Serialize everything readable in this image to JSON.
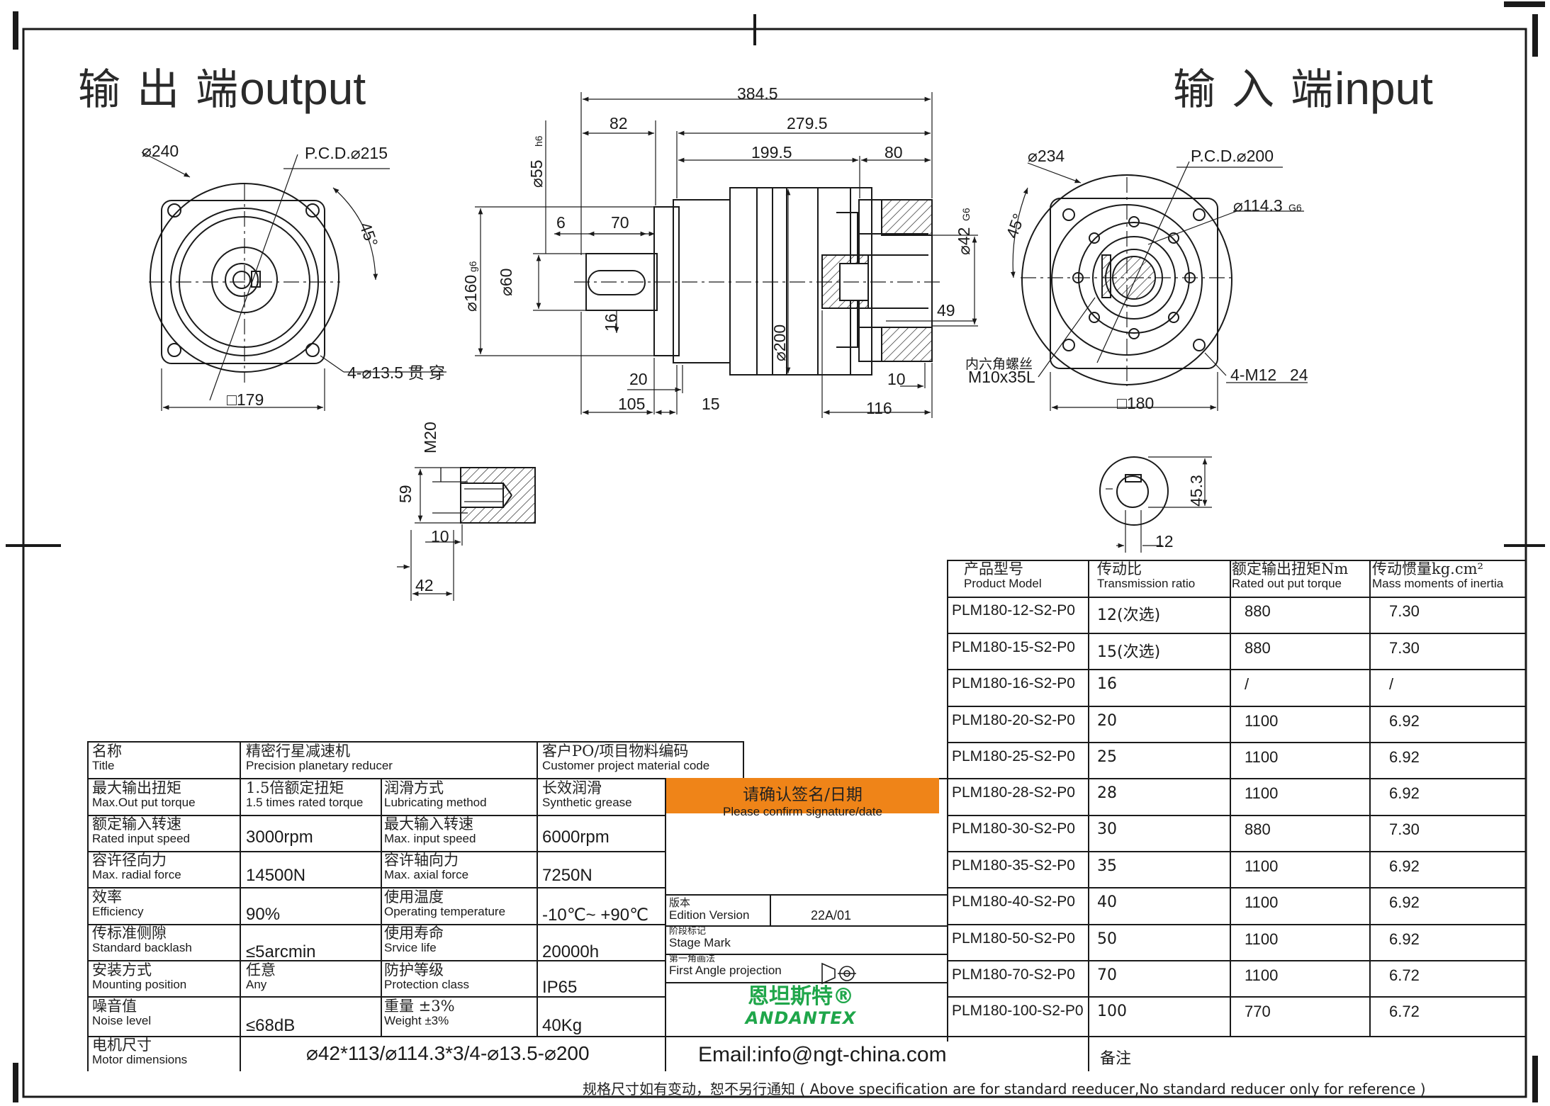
{
  "header": {
    "output_cn": "输 出 端",
    "output_en": "output",
    "input_cn": "输 入 端",
    "input_en": "input"
  },
  "dimensions": {
    "d240": "⌀240",
    "pcd215": "P.C.D.⌀215",
    "a45": "45°",
    "hole": "4-⌀13.5 贯 穿",
    "sq179": "□179",
    "d3845": "384.5",
    "d82": "82",
    "d2795": "279.5",
    "d1995": "199.5",
    "d80": "80",
    "d55": "⌀55",
    "h6": "h6",
    "d6": "6",
    "d70": "70",
    "d160": "⌀160",
    "g6": "g6",
    "d60": "⌀60",
    "d16": "16",
    "d200": "⌀200",
    "d42": "⌀42",
    "g6b": "G6",
    "d49": "49",
    "d20": "20",
    "d10": "10",
    "d105": "105",
    "d15": "15",
    "d116": "116",
    "d234": "⌀234",
    "pcd200": "P.C.D.⌀200",
    "d1143": "⌀114.3",
    "g6c": "G6",
    "a45b": "45°",
    "screw_cn": "内六角螺丝",
    "screw_en": "M10x35L",
    "m12": "4-M12",
    "d24": "24",
    "sq180": "□180",
    "m20": "M20",
    "d59": "59",
    "d10b": "10",
    "d42b": "42",
    "d453": "45.3",
    "d12": "12"
  },
  "model_table": {
    "headers": [
      {
        "cn": "产品型号",
        "en": "Product Model"
      },
      {
        "cn": "传动比",
        "en": "Transmission ratio"
      },
      {
        "cn": "额定输出扭矩Nm",
        "en": "Rated out put torque"
      },
      {
        "cn": "传动惯量kg.cm²",
        "en": "Mass moments of inertia"
      }
    ],
    "rows": [
      {
        "model": "PLM180-12-S2-P0",
        "ratio": "12(次选)",
        "torque": "880",
        "inertia": "7.30"
      },
      {
        "model": "PLM180-15-S2-P0",
        "ratio": "15(次选)",
        "torque": "880",
        "inertia": "7.30"
      },
      {
        "model": "PLM180-16-S2-P0",
        "ratio": "16",
        "torque": "/",
        "inertia": "/"
      },
      {
        "model": "PLM180-20-S2-P0",
        "ratio": "20",
        "torque": "1100",
        "inertia": "6.92"
      },
      {
        "model": "PLM180-25-S2-P0",
        "ratio": "25",
        "torque": "1100",
        "inertia": "6.92"
      },
      {
        "model": "PLM180-28-S2-P0",
        "ratio": "28",
        "torque": "1100",
        "inertia": "6.92"
      },
      {
        "model": "PLM180-30-S2-P0",
        "ratio": "30",
        "torque": "880",
        "inertia": "7.30"
      },
      {
        "model": "PLM180-35-S2-P0",
        "ratio": "35",
        "torque": "1100",
        "inertia": "6.92"
      },
      {
        "model": "PLM180-40-S2-P0",
        "ratio": "40",
        "torque": "1100",
        "inertia": "6.92"
      },
      {
        "model": "PLM180-50-S2-P0",
        "ratio": "50",
        "torque": "1100",
        "inertia": "6.92"
      },
      {
        "model": "PLM180-70-S2-P0",
        "ratio": "70",
        "torque": "1100",
        "inertia": "6.72"
      },
      {
        "model": "PLM180-100-S2-P0",
        "ratio": "100",
        "torque": "770",
        "inertia": "6.72"
      }
    ],
    "remark": "备注"
  },
  "spec_table": {
    "title": {
      "cn": "名称",
      "en": "Title",
      "value_cn": "精密行星减速机",
      "value_en": "Precision planetary reducer"
    },
    "customer": {
      "cn": "客户PO/项目物料编码",
      "en": "Customer project material code"
    },
    "max_torque": {
      "cn": "最大输出扭矩",
      "en": "Max.Out put torque",
      "value_cn": "1.5倍额定扭矩",
      "value_en": "1.5 times rated torque"
    },
    "lubricating": {
      "cn": "润滑方式",
      "en": "Lubricating method",
      "value_cn": "长效润滑",
      "value_en": "Synthetic grease"
    },
    "rated_speed": {
      "cn": "额定输入转速",
      "en": "Rated input speed",
      "value": "3000rpm"
    },
    "max_speed": {
      "cn": "最大输入转速",
      "en": "Max. input speed",
      "value": "6000rpm"
    },
    "radial": {
      "cn": "容许径向力",
      "en": "Max. radial force",
      "value": "14500N"
    },
    "axial": {
      "cn": "容许轴向力",
      "en": "Max. axial force",
      "value": "7250N"
    },
    "efficiency": {
      "cn": "效率",
      "en": "Efficiency",
      "value": "90%"
    },
    "temp": {
      "cn": "使用温度",
      "en": "Operating temperature",
      "value": "-10℃~ +90℃"
    },
    "backlash": {
      "cn": "传标准侧隙",
      "en": "Standard backlash",
      "value": "≤5arcmin"
    },
    "life": {
      "cn": "使用寿命",
      "en": "Srvice life",
      "value": "20000h"
    },
    "mounting": {
      "cn": "安装方式",
      "en": "Mounting position",
      "value_cn": "任意",
      "value_en": "Any"
    },
    "protection": {
      "cn": "防护等级",
      "en": "Protection class",
      "value": "IP65"
    },
    "noise": {
      "cn": "噪音值",
      "en": "Noise level",
      "value": "≤68dB"
    },
    "weight": {
      "cn": "重量 ±3%",
      "en": "Weight ±3%",
      "value": "40Kg"
    },
    "motor": {
      "cn": "电机尺寸",
      "en": "Motor dimensions",
      "value": "⌀42*113/⌀114.3*3/4-⌀13.5-⌀200"
    }
  },
  "signature": {
    "cn": "请确认签名/日期",
    "en": "Please confirm signature/date"
  },
  "version": {
    "cn": "版本",
    "en": "Edition Version",
    "value": "22A/01"
  },
  "stage": {
    "cn": "阶段标记",
    "en": "Stage Mark"
  },
  "projection": {
    "cn": "第一角画法",
    "en": "First Angle projection"
  },
  "brand": {
    "cn": "恩坦斯特®",
    "en": "ANDANTEX",
    "color": "#1fa64a"
  },
  "email": "Email:info@ngt-china.com",
  "footer": "规格尺寸如有变动，恕不另行通知 ( Above specification are for standard reeducer,No standard reducer only for reference )",
  "colors": {
    "confirm_bg": "#ef8418",
    "hatch": "#1a1a1a"
  }
}
